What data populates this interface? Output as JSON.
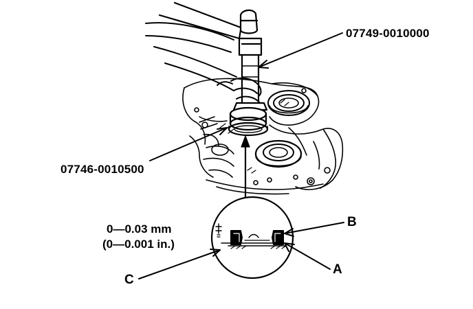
{
  "callouts": {
    "tool_driver": "07749-0010000",
    "tool_attachment": "07746-0010500",
    "clearance_mm": "0—0.03 mm",
    "clearance_in": "(0—0.001 in.)",
    "label_a": "A",
    "label_b": "B",
    "label_c": "C"
  },
  "colors": {
    "ink": "#000000",
    "paper": "#ffffff"
  }
}
